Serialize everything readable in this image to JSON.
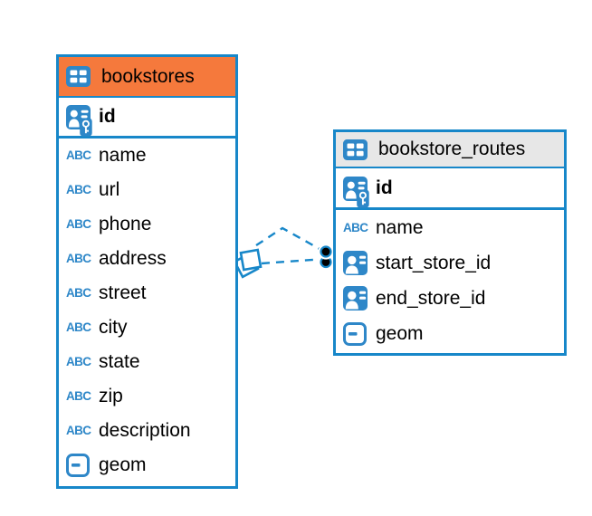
{
  "colors": {
    "accent_blue": "#1787C9",
    "icon_blue": "#2E87C8",
    "header_orange": "#F5793C",
    "header_gray": "#E7E7E7",
    "text_black": "#000000",
    "table_bg": "#FFFFFF",
    "relationship_dot": "#000000"
  },
  "diagram": {
    "tables": [
      {
        "name": "bookstores",
        "header_style": "orange",
        "primary_key": {
          "name": "id",
          "icon": "person-key-icon"
        },
        "columns": [
          {
            "name": "name",
            "icon": "text-abc-icon"
          },
          {
            "name": "url",
            "icon": "text-abc-icon"
          },
          {
            "name": "phone",
            "icon": "text-abc-icon"
          },
          {
            "name": "address",
            "icon": "text-abc-icon"
          },
          {
            "name": "street",
            "icon": "text-abc-icon"
          },
          {
            "name": "city",
            "icon": "text-abc-icon"
          },
          {
            "name": "state",
            "icon": "text-abc-icon"
          },
          {
            "name": "zip",
            "icon": "text-abc-icon"
          },
          {
            "name": "description",
            "icon": "text-abc-icon"
          },
          {
            "name": "geom",
            "icon": "geometry-icon"
          }
        ]
      },
      {
        "name": "bookstore_routes",
        "header_style": "gray",
        "primary_key": {
          "name": "id",
          "icon": "person-key-icon"
        },
        "columns": [
          {
            "name": "name",
            "icon": "text-abc-icon"
          },
          {
            "name": "start_store_id",
            "icon": "person-card-icon"
          },
          {
            "name": "end_store_id",
            "icon": "person-card-icon"
          },
          {
            "name": "geom",
            "icon": "geometry-icon"
          }
        ]
      }
    ],
    "relationship": {
      "type": "foreign-key",
      "style": "dashed",
      "from_table": "bookstores",
      "to_table": "bookstore_routes",
      "marker_at_from": "diamond",
      "marker_at_to": "two-dots",
      "line_count": 2
    },
    "icons": {
      "text_glyph": "ABC"
    }
  }
}
